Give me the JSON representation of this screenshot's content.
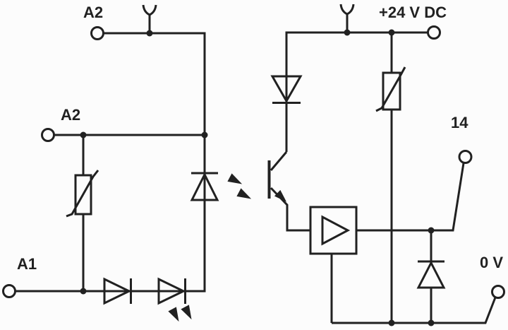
{
  "diagram": {
    "kind": "circuit-schematic",
    "colors": {
      "background": "#fcfcfc",
      "line": "#212121",
      "text": "#212121"
    },
    "labels": {
      "a2_top": "A2",
      "a2_mid": "A2",
      "a1": "A1",
      "supply": "+24 V DC",
      "contact_14": "14",
      "zero_volt": "0 V"
    },
    "components": [
      "terminal-a2-top",
      "terminal-a2-mid",
      "terminal-a1",
      "plug-contact-left",
      "plug-contact-right",
      "varistor-input",
      "series-diode",
      "indicator-led",
      "optocoupler-led",
      "optocoupler-phototransistor",
      "reverse-protection-diode",
      "varistor-output",
      "driver-amplifier",
      "freewheeling-diode",
      "supply-terminal-24vdc",
      "relay-contact-14",
      "terminal-0v"
    ]
  }
}
